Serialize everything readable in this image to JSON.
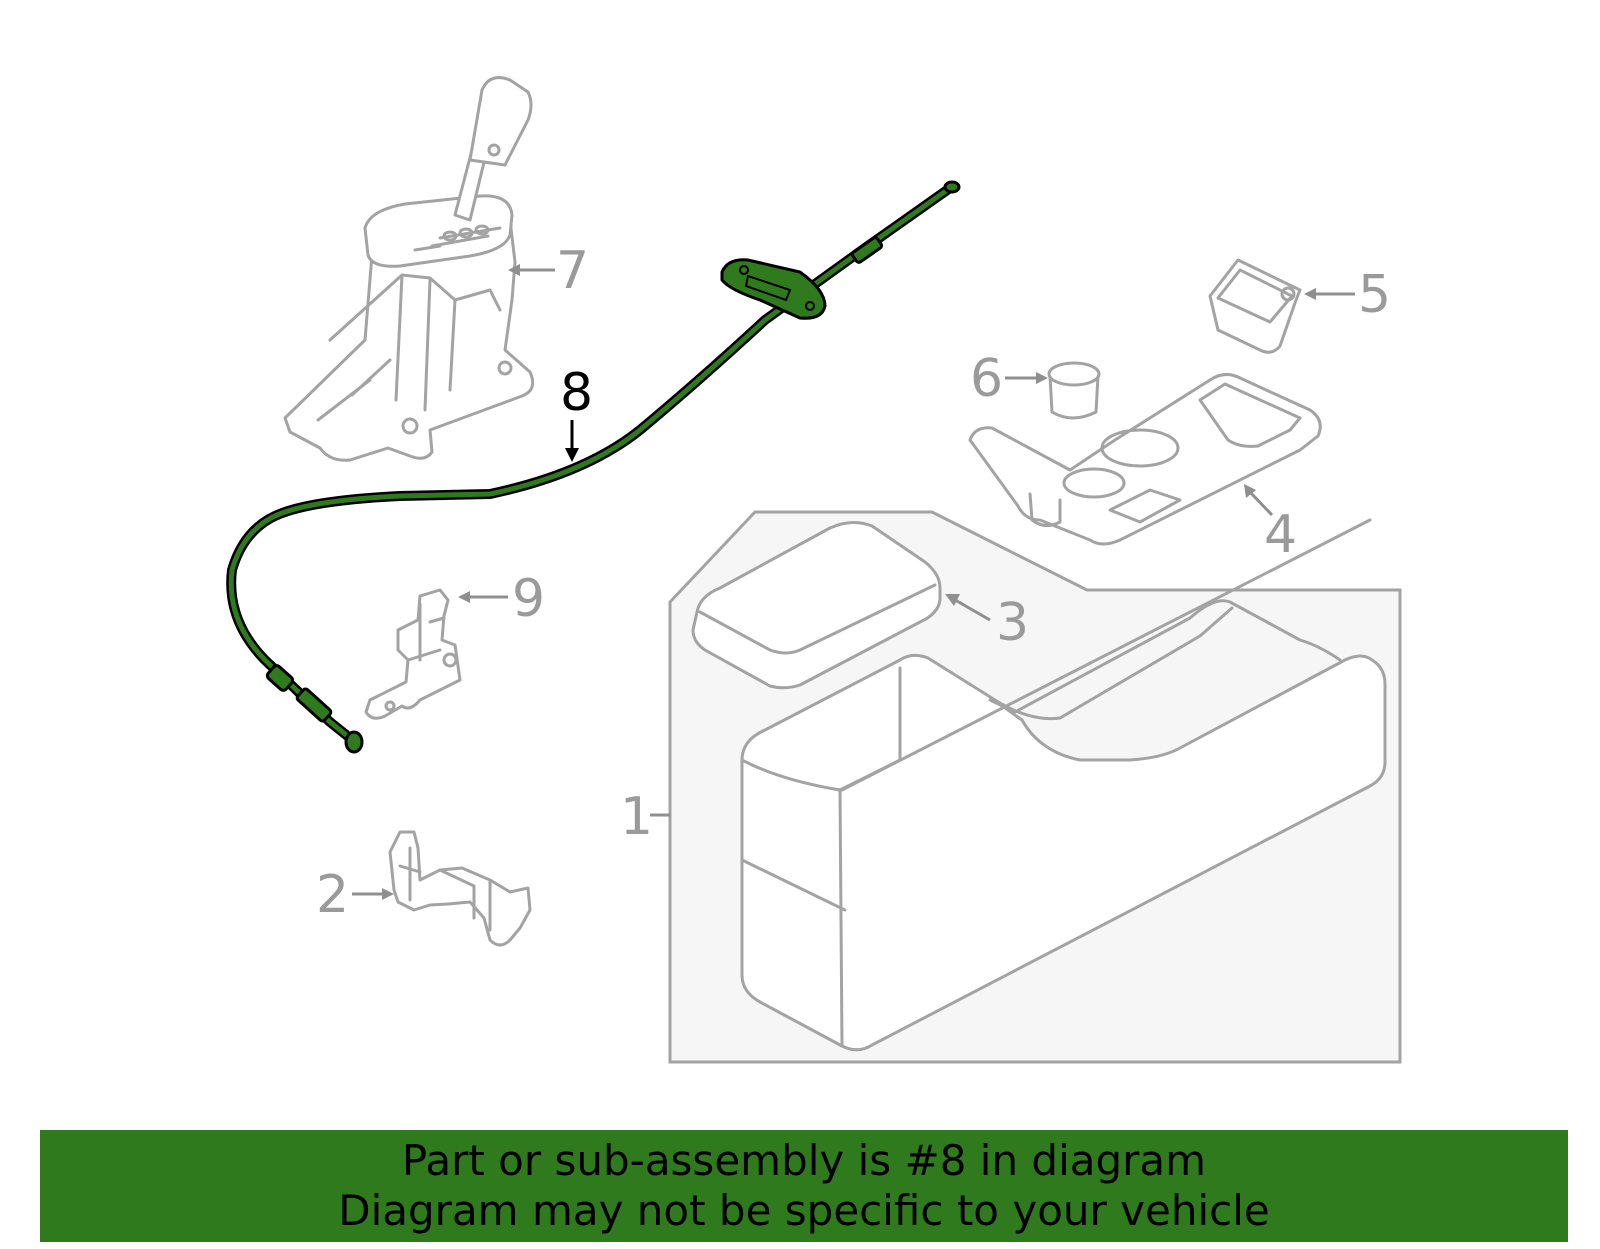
{
  "callouts": {
    "c1": "1",
    "c2": "2",
    "c3": "3",
    "c4": "4",
    "c5": "5",
    "c6": "6",
    "c7": "7",
    "c8": "8",
    "c9": "9"
  },
  "highlighted_part": "8",
  "colors": {
    "highlight": "#2e7a1c",
    "part_outline": "#a3a3a3",
    "banner_bg": "#2e7a1c",
    "banner_text": "#000000"
  },
  "banner": {
    "line1": "Part or sub-assembly is #8 in diagram",
    "line2": "Diagram may not be specific to your vehicle"
  }
}
